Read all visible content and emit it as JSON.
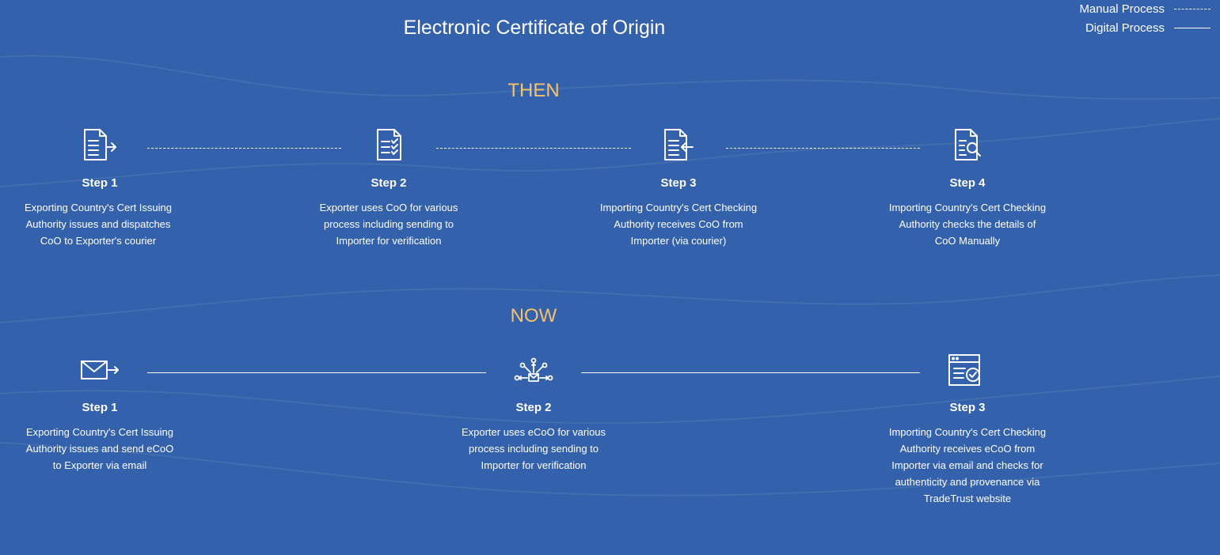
{
  "title": "Electronic Certificate of Origin",
  "legend": {
    "manual": "Manual Process",
    "digital": "Digital Process"
  },
  "then": {
    "label": "THEN",
    "steps": [
      {
        "title": "Step 1",
        "desc": "Exporting Country's Cert Issuing Authority issues and dispatches CoO to Exporter's courier",
        "icon": "document-send-icon"
      },
      {
        "title": "Step 2",
        "desc": "Exporter uses CoO for various process including sending to Importer for verification",
        "icon": "document-checklist-icon"
      },
      {
        "title": "Step 3",
        "desc": "Importing Country's Cert Checking Authority receives CoO from Importer (via courier)",
        "icon": "document-receive-icon"
      },
      {
        "title": "Step 4",
        "desc": "Importing Country's Cert Checking Authority checks the details of CoO Manually",
        "icon": "document-search-icon"
      }
    ]
  },
  "now": {
    "label": "NOW",
    "steps": [
      {
        "title": "Step 1",
        "desc": "Exporting Country's Cert Issuing Authority issues and send eCoO to Exporter via email",
        "icon": "email-send-icon"
      },
      {
        "title": "Step 2",
        "desc": "Exporter uses eCoO for various process including sending to Importer for verification",
        "icon": "email-distribute-icon"
      },
      {
        "title": "Step 3",
        "desc": "Importing Country's Cert Checking Authority receives eCoO from Importer via email and checks for authenticity and provenance via TradeTrust website",
        "icon": "web-verify-icon"
      }
    ]
  },
  "colors": {
    "background": "#3361ab",
    "accent": "#f5c26b",
    "foreground": "#ffffff"
  }
}
